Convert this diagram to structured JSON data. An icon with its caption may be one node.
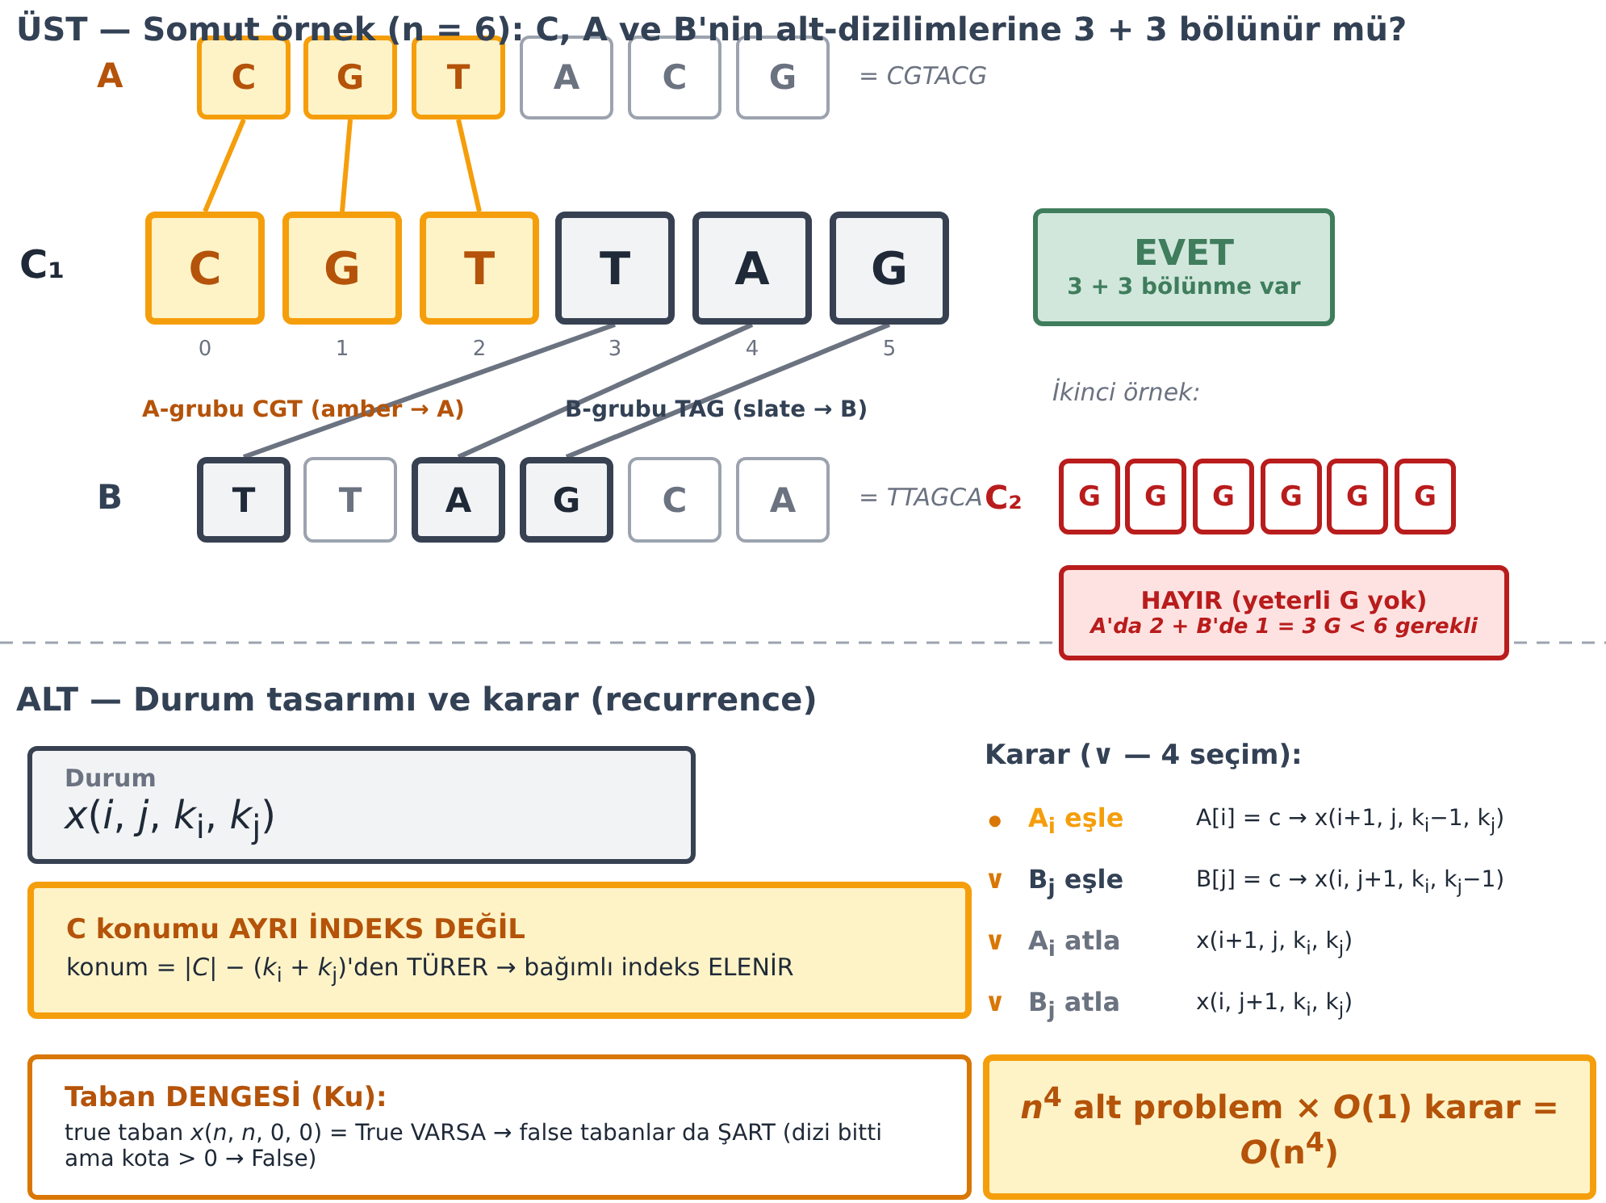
{
  "diagram": {
    "title": "ÜST — Somut örnek (n = 6):  C, A ve B'nin alt-dizilimlerine 3 + 3 bölünür mü?",
    "nodes": [
      {
        "text": [
          "C"
        ]
      },
      {
        "text": [
          "G"
        ]
      },
      {
        "text": [
          "T"
        ]
      },
      {
        "text": [
          "A"
        ]
      },
      {
        "text": [
          "C"
        ]
      },
      {
        "text": [
          "G"
        ]
      },
      {
        "text": [
          "C"
        ],
        "beside": [
          "0"
        ]
      },
      {
        "text": [
          "G"
        ],
        "beside": [
          "1"
        ]
      },
      {
        "text": [
          "T"
        ],
        "beside": [
          "2"
        ]
      },
      {
        "text": [
          "T"
        ],
        "beside": [
          "3"
        ]
      },
      {
        "text": [
          "A"
        ],
        "beside": [
          "4"
        ]
      },
      {
        "text": [
          "G"
        ],
        "beside": [
          "5"
        ]
      },
      {
        "text": [
          "EVET",
          "3 + 3 bölünme var"
        ]
      },
      {
        "text": [
          "T"
        ]
      },
      {
        "text": [
          "T"
        ]
      },
      {
        "text": [
          "A"
        ]
      },
      {
        "text": [
          "G"
        ]
      },
      {
        "text": [
          "C"
        ]
      },
      {
        "text": [
          "A"
        ]
      },
      {
        "text": [
          "G"
        ]
      },
      {
        "text": [
          "G"
        ]
      },
      {
        "text": [
          "G"
        ]
      },
      {
        "text": [
          "G"
        ]
      },
      {
        "text": [
          "G"
        ]
      },
      {
        "text": [
          "G"
        ]
      },
      {
        "text": [
          "HAYIR (yeterli G yok)",
          "A'da 2 + B'de 1 = 3 G < 6 gerekli"
        ]
      },
      {
        "text": [
          "Durum",
          "*x*(*i*,  *j*,  *k*$_{i}$,  *k*$_{j}$)"
        ]
      },
      {
        "text": [
          "C konumu AYRI İNDEKS DEĞİL",
          "konum  = |*C*| − (*k*$_{i}$ + *k*$_{j}$)'den TÜRER  →  bağımlı indeks ELENİR"
        ]
      },
      {
        "text": [
          "Taban DENGESİ (Ku):",
          "true taban  *x*(*n*, *n*, 0, 0) =  True  VARSA  →  false tabanlar da ŞART  (dizi bitti ama kota > 0 → False)"
        ]
      },
      {
        "text": [
          "*n*$^{4}$ alt problem  ×  *O*(1) karar = *O*(n$^{4}$)"
        ]
      }
    ],
    "edges": [
      {
        "from": 0,
        "to": 6,
        "arrow": "none",
        "color": "#f59e0b"
      },
      {
        "from": 1,
        "to": 7,
        "arrow": "none",
        "color": "#f59e0b"
      },
      {
        "from": 2,
        "to": 8,
        "arrow": "none",
        "color": "#f59e0b"
      },
      {
        "from": 9,
        "to": 13,
        "arrow": "none",
        "color": "#6b7280"
      },
      {
        "from": 10,
        "to": 15,
        "arrow": "none",
        "color": "#6b7280"
      },
      {
        "from": 11,
        "to": 16,
        "arrow": "none",
        "color": "#6b7280"
      }
    ],
    "labels": [
      "A",
      "= CGTACG",
      "C₁",
      "A-grubu  CGT  (amber → A)",
      "B-grubu  TAG  (slate → B)",
      "İkinci örnek:",
      "B",
      "= TTAGCA",
      "C₂",
      "ALT — Durum tasarımı ve karar (recurrence)",
      "Karar  (∨ — 4 seçim):",
      "•",
      "A$_{i}$ eşle",
      "A[i] = c  →  x(i+1, j, k$_{i}$−1, k$_{j}$)",
      "∨",
      "B$_{j}$ eşle",
      "B[j] = c  →  x(i, j+1, k$_{i}$, k$_{j}$−1)",
      "∨",
      "A$_{i}$ atla",
      "x(i+1, j, k$_{i}$, k$_{j}$)",
      "∨",
      "B$_{j}$ atla",
      "x(i, j+1, k$_{i}$, k$_{j}$)"
    ]
  }
}
